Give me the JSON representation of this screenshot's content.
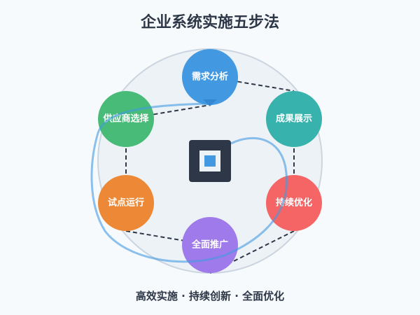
{
  "title": "企业系统实施五步法",
  "footer": "高效实施 · 持续创新 · 全面优化",
  "steps": [
    {
      "label": "需求分析",
      "color": "#4299e1"
    },
    {
      "label": "成果展示",
      "color": "#38b2ac"
    },
    {
      "label": "持续优化",
      "color": "#f56565"
    },
    {
      "label": "全面推广",
      "color": "#9f7aea"
    },
    {
      "label": "试点运行",
      "color": "#ed8936"
    },
    {
      "label": "供应商选择",
      "color": "#48bb78"
    }
  ],
  "center_icon": "square-icon",
  "colors": {
    "accent": "#4299e1",
    "dark": "#2d3748",
    "ring_fill": "#edf2f7",
    "ring_stroke": "#cbd5e0"
  }
}
